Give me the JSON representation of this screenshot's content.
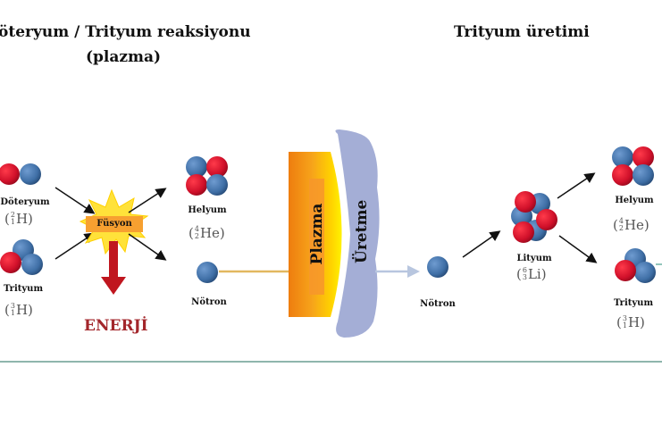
{
  "titles": {
    "left": "öteryum / Trityum reaksiyonu",
    "left_sub": "(plazma)",
    "right": "Trityum üretimi"
  },
  "fusion": {
    "deuterium": {
      "label": "Döteryum",
      "symbol": "H",
      "mass": "2",
      "atomic": "1"
    },
    "tritium": {
      "label": "Trityum",
      "symbol": "H",
      "mass": "3",
      "atomic": "1"
    },
    "fusion_label": "Füsyon",
    "energy_label": "ENERJİ",
    "helium": {
      "label": "Helyum",
      "symbol": "He",
      "mass": "4",
      "atomic": "2"
    },
    "neutron": {
      "label": "Nötron"
    }
  },
  "blanket": {
    "plasma_label": "Plazma",
    "breeding_label": "Üretme"
  },
  "breeding": {
    "neutron": {
      "label": "Nötron"
    },
    "lithium": {
      "label": "Lityum",
      "symbol": "Li",
      "mass": "6",
      "atomic": "3"
    },
    "helium": {
      "label": "Helyum",
      "symbol": "He",
      "mass": "4",
      "atomic": "2"
    },
    "tritium": {
      "label": "Trityum",
      "symbol": "H",
      "mass": "3",
      "atomic": "1"
    }
  },
  "colors": {
    "proton": "#d0102a",
    "neutron": "#3f6fa6",
    "energy_arrow": "#c0161f",
    "plasma_orange": "#f08a10",
    "plasma_yellow": "#ffe000",
    "breeding_blanket": "#a4aed6",
    "baseline": "#8fb6ad"
  }
}
